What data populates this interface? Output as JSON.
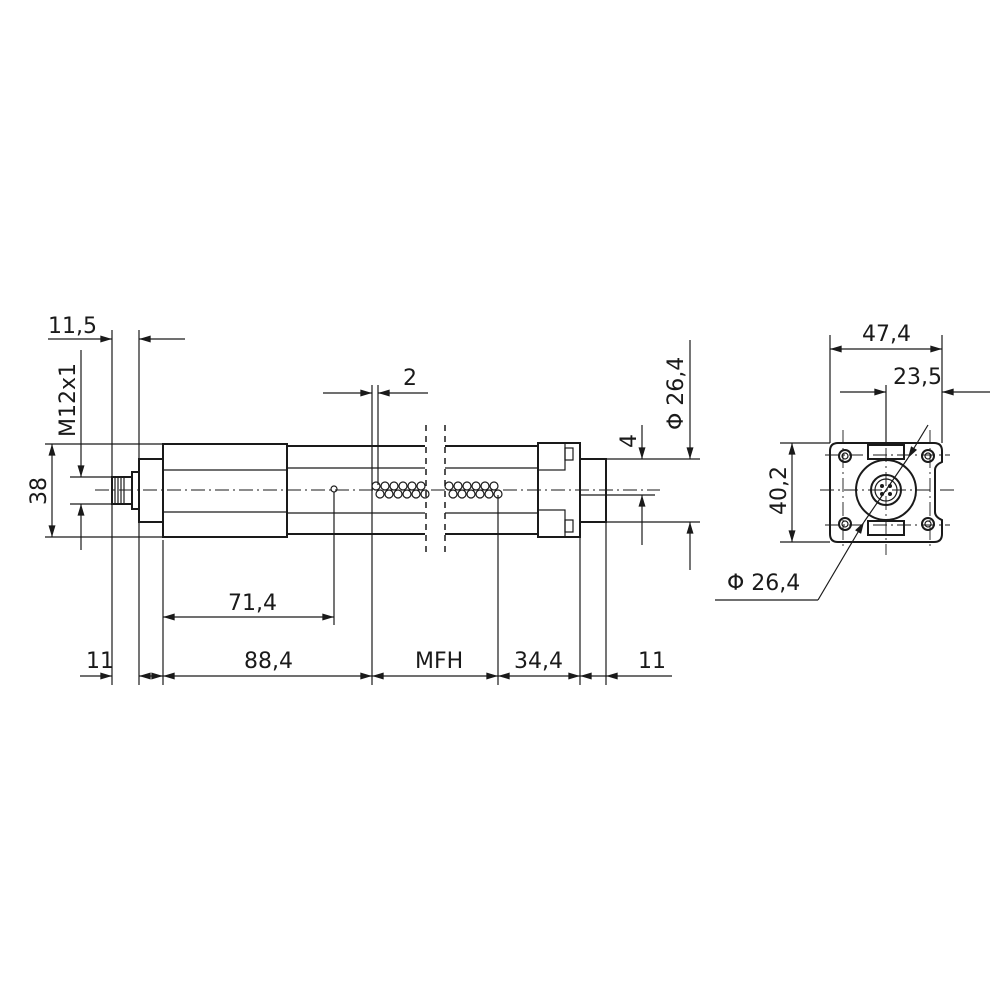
{
  "drawing": {
    "side_view": {
      "dimensions": {
        "connector_length": "11,5",
        "thread": "M12x1",
        "height": "38",
        "magnet_pitch": "2",
        "offset": "4",
        "diameter": "Φ 26,4",
        "magnet_position": "71,4",
        "left_end": "11",
        "dead_zone_start": "88,4",
        "measuring_range": "MFH",
        "dead_zone_end": "34,4",
        "right_end": "11"
      }
    },
    "end_view": {
      "dimensions": {
        "width": "47,4",
        "half_width": "23,5",
        "height": "40,2",
        "diameter": "Φ 26,4"
      }
    }
  }
}
